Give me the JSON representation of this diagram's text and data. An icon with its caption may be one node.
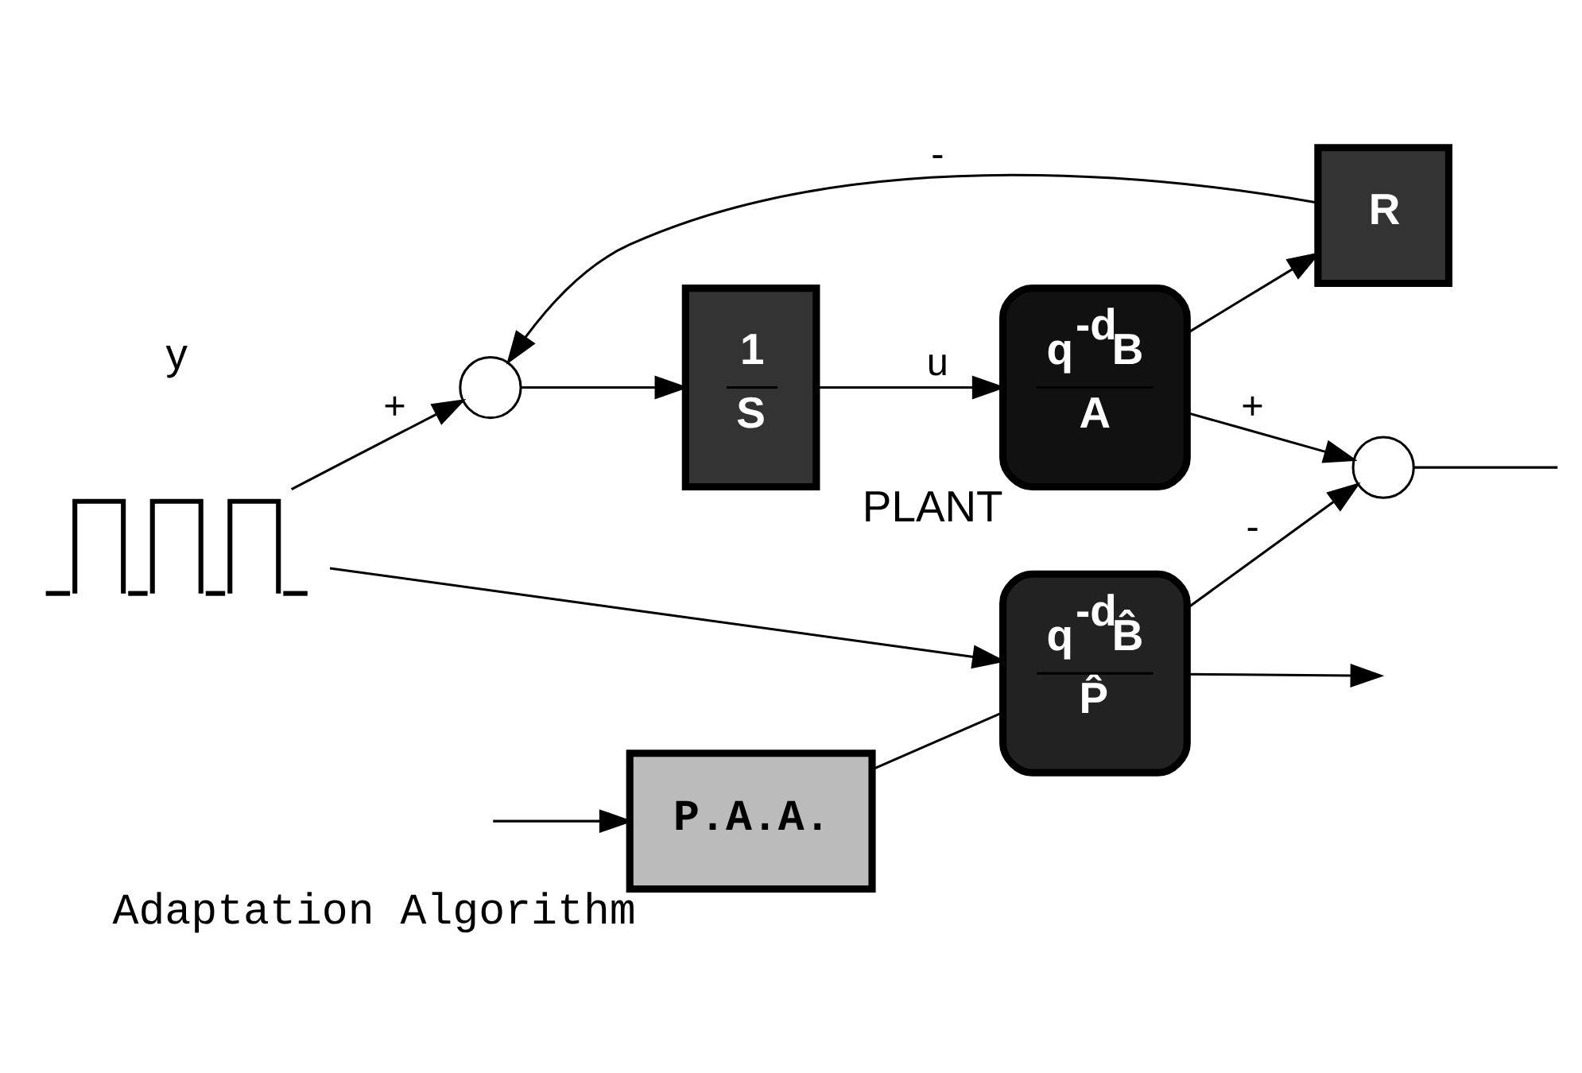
{
  "diagram": {
    "nodes": [
      {
        "text": [],
        "shape": "picture"
      },
      {
        "text": [],
        "shape": "circle"
      },
      {
        "text": [
          "1",
          "S"
        ]
      },
      {
        "text": [
          "q$^{-d}$B",
          "A"
        ],
        "beside": [
          "PLANT"
        ]
      },
      {
        "text": [
          "R"
        ]
      },
      {
        "text": [],
        "shape": "circle"
      },
      {
        "text": [
          "q$^{-d}$B̂",
          "P̂"
        ]
      },
      {
        "text": [
          "P.A.A."
        ],
        "beside": [
          "Adaptation Algorithm"
        ]
      }
    ],
    "edges": [
      {
        "from": 0,
        "to": 1,
        "arrow": "to",
        "label": "+"
      },
      {
        "from": 1,
        "to": 2,
        "arrow": "to"
      },
      {
        "from": 2,
        "to": 3,
        "arrow": "to",
        "label": "u"
      },
      {
        "from": 3,
        "to": 5,
        "arrow": "to",
        "label": "+"
      },
      {
        "from": 3,
        "to": 4,
        "arrow": "to"
      },
      {
        "from": 4,
        "to": 1,
        "arrow": "to",
        "label": "-"
      },
      {
        "from": 0,
        "to": 6,
        "arrow": "to"
      },
      {
        "from": 6,
        "to": 5,
        "arrow": "to",
        "label": "-"
      },
      {
        "from": 5,
        "to": null,
        "arrow": "none"
      },
      {
        "from": null,
        "to": 7,
        "arrow": "to"
      },
      {
        "from": 7,
        "to": 6,
        "arrow": "none"
      },
      {
        "from": 6,
        "to": null,
        "arrow": "to"
      }
    ],
    "labels": [
      "y"
    ]
  }
}
